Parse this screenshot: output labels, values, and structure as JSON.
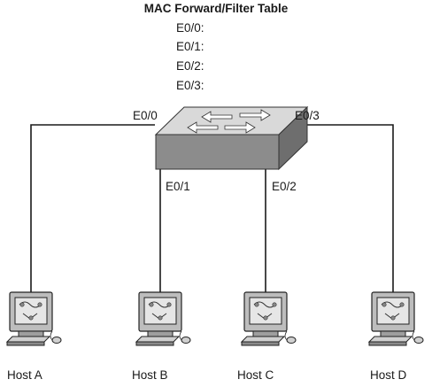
{
  "title": "MAC Forward/Filter Table",
  "mac_table": [
    "E0/0:",
    "E0/1:",
    "E0/2:",
    "E0/3:"
  ],
  "ports": {
    "e0": "E0/0",
    "e1": "E0/1",
    "e2": "E0/2",
    "e3": "E0/3"
  },
  "hosts": [
    "Host A",
    "Host B",
    "Host C",
    "Host D"
  ],
  "colors": {
    "switch_top": "#d9d9d9",
    "switch_front": "#8c8c8c",
    "switch_side": "#6e6e6e",
    "cable": "#1a1a1a"
  }
}
